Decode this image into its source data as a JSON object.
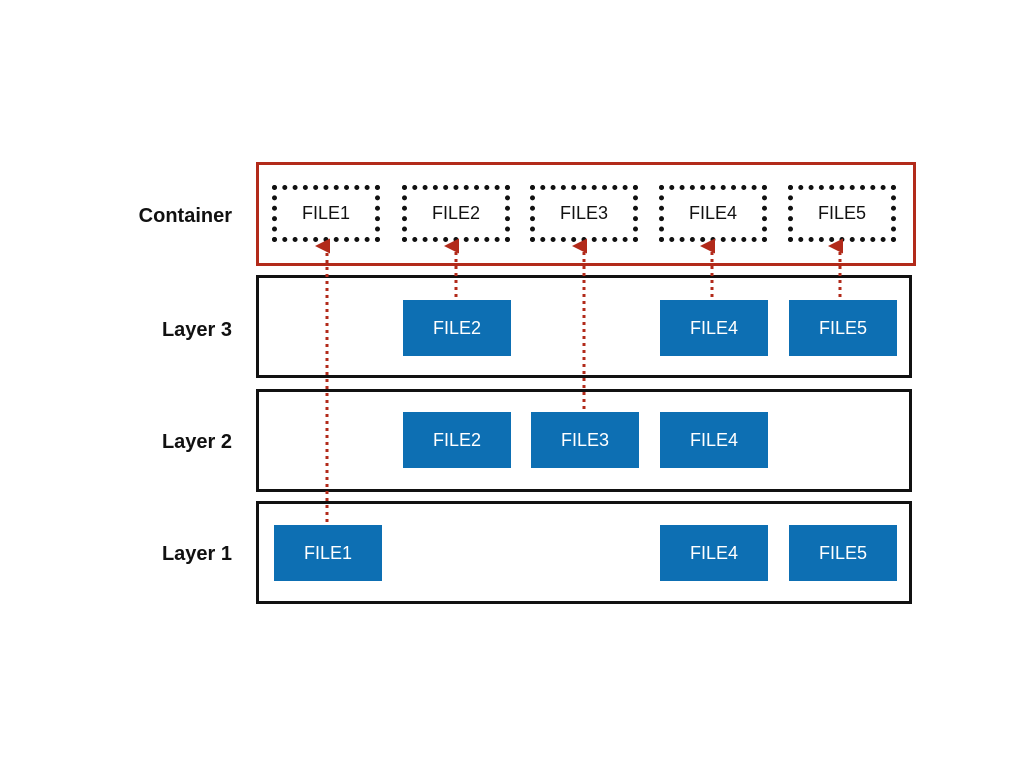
{
  "colors": {
    "file_block": "#0d6fb3",
    "container_border": "#b22a1a",
    "arrow": "#b22a1a",
    "layer_border": "#111111"
  },
  "labels": {
    "container": "Container",
    "layer3": "Layer 3",
    "layer2": "Layer 2",
    "layer1": "Layer 1"
  },
  "container_files": [
    "FILE1",
    "FILE2",
    "FILE3",
    "FILE4",
    "FILE5"
  ],
  "layer3_files": [
    "FILE2",
    "FILE4",
    "FILE5"
  ],
  "layer2_files": [
    "FILE2",
    "FILE3",
    "FILE4"
  ],
  "layer1_files": [
    "FILE1",
    "FILE4",
    "FILE5"
  ]
}
